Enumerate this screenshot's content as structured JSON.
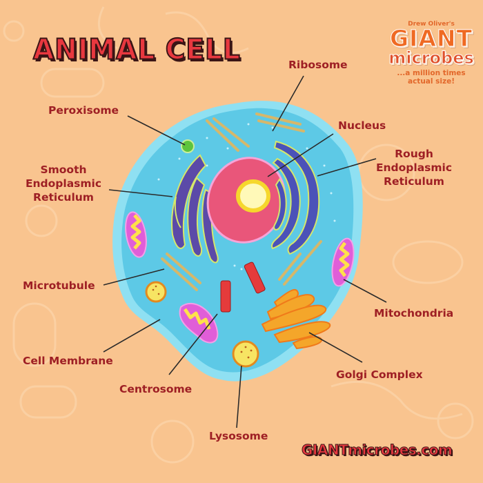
{
  "title": "ANIMAL CELL",
  "logo": {
    "byline": "Drew Oliver's",
    "brand_top": "GIANT",
    "brand_bottom": "microbes",
    "tagline_1": "...a million times",
    "tagline_2": "actual size!"
  },
  "website": "GIANTmicrobes.com",
  "labels": {
    "ribosome": "Ribosome",
    "peroxisome": "Peroxisome",
    "nucleus": "Nucleus",
    "smooth_er": [
      "Smooth",
      "Endoplasmic",
      "Reticulum"
    ],
    "rough_er": [
      "Rough",
      "Endoplasmic",
      "Reticulum"
    ],
    "microtubule": "Microtubule",
    "mitochondria": "Mitochondria",
    "cell_membrane": "Cell Membrane",
    "centrosome": "Centrosome",
    "golgi": "Golgi Complex",
    "lysosome": "Lysosome"
  },
  "colors": {
    "background": "#f9c48f",
    "label_text": "#9e1f24",
    "title_red": "#e8383f",
    "cytoplasm": "#5dc9e6",
    "membrane": "#8fe0f2",
    "nucleus": "#e9567a",
    "nucleolus": "#fff27a",
    "er": "#5b4aa8",
    "mito_outer": "#e05ed8",
    "golgi": "#f4a62a",
    "centrosome": "#e53b3b"
  }
}
